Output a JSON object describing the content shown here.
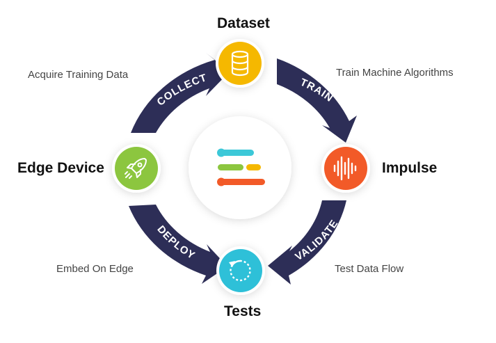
{
  "nodes": {
    "dataset": {
      "title": "Dataset",
      "description": "Train Machine Algorithms",
      "color": "#F5B800",
      "icon": "database-icon"
    },
    "impulse": {
      "title": "Impulse",
      "description": "Test Data Flow",
      "color": "#F25A28",
      "icon": "waveform-icon"
    },
    "tests": {
      "title": "Tests",
      "description": "Embed On Edge",
      "color": "#2EC0D8",
      "icon": "refresh-icon"
    },
    "edge_device": {
      "title": "Edge Device",
      "description": "Acquire Training Data",
      "color": "#8CC63F",
      "icon": "rocket-icon"
    }
  },
  "arrows": {
    "collect": "COLLECT",
    "train": "TRAIN",
    "validate": "VALIDATE",
    "deploy": "DEPLOY"
  },
  "colors": {
    "arrow": "#2D2E57",
    "center_bars": [
      "#3CC8D8",
      "#8CC63F",
      "#F5B800",
      "#F25A28"
    ]
  },
  "center_logo": {
    "icon": "edge-impulse-logo-icon"
  }
}
